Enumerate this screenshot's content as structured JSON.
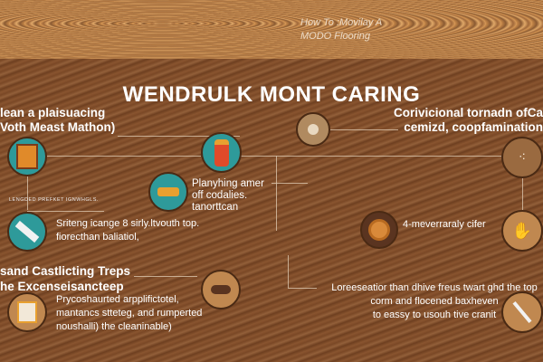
{
  "banner": {
    "line1": "How To :Movilay A",
    "line2": "MODO Flooring"
  },
  "title": "WENDRULK MONT CARING",
  "sections": {
    "top_left": {
      "line1": "lean a plaisuacing",
      "line2": "Voth Meast Mathon)"
    },
    "small_caption": "LENGDED PREFKET IGNWHGLS.",
    "middle": {
      "line1": "Planyhing amer",
      "line2": "off codalies.",
      "line3": "tanorttcan"
    },
    "top_right": {
      "line1": "Corivicional tornadn ofCa",
      "line2": "cemizd, coopfamination"
    },
    "left_mid": {
      "line1": "Sriteng icange 8 sirly.ltvouth top.",
      "line2": "fiorecthan baliatiol,"
    },
    "right_mid": {
      "line1": "4-meverraraly cifer"
    },
    "bottom_left_heading": {
      "line1": "sand Castlicting Treps",
      "line2": "he Excenseisancteep"
    },
    "bottom_left": {
      "line1": "Prycoshaurted arpplifictotel,",
      "line2": "mantancs stteteg, and rumperted",
      "line3": "noushalli) the cleaninable)"
    },
    "bottom_right": {
      "line1": "Loreeseatior than dhive freus twart ghd the top",
      "line2": "corm and flocened baxheven",
      "line3": "to eassy to usouh tive cranit"
    }
  },
  "icons": [
    "tablet-icon",
    "jar-icon",
    "faucet-icon",
    "target-icon",
    "dots-icon",
    "ruler-icon",
    "donut-icon",
    "glove-icon",
    "vacuum-icon",
    "scale-icon",
    "knife-icon"
  ],
  "colors": {
    "teal": "#2e9a9a",
    "orange": "#e08a2a",
    "tan": "#c08850",
    "dark": "#5a3420"
  }
}
